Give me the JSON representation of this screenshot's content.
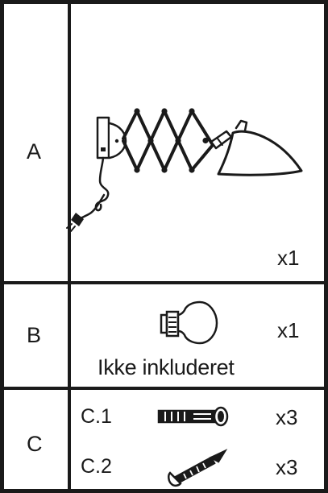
{
  "parts": [
    {
      "letter": "A",
      "quantity": "x1",
      "icon": "scissor-arm-wall-lamp"
    },
    {
      "letter": "B",
      "quantity": "x1",
      "icon": "light-bulb",
      "note": "Ikke inkluderet"
    },
    {
      "letter": "C",
      "items": [
        {
          "label": "C.1",
          "quantity": "x3",
          "icon": "wall-plug"
        },
        {
          "label": "C.2",
          "quantity": "x3",
          "icon": "screw"
        }
      ]
    }
  ]
}
